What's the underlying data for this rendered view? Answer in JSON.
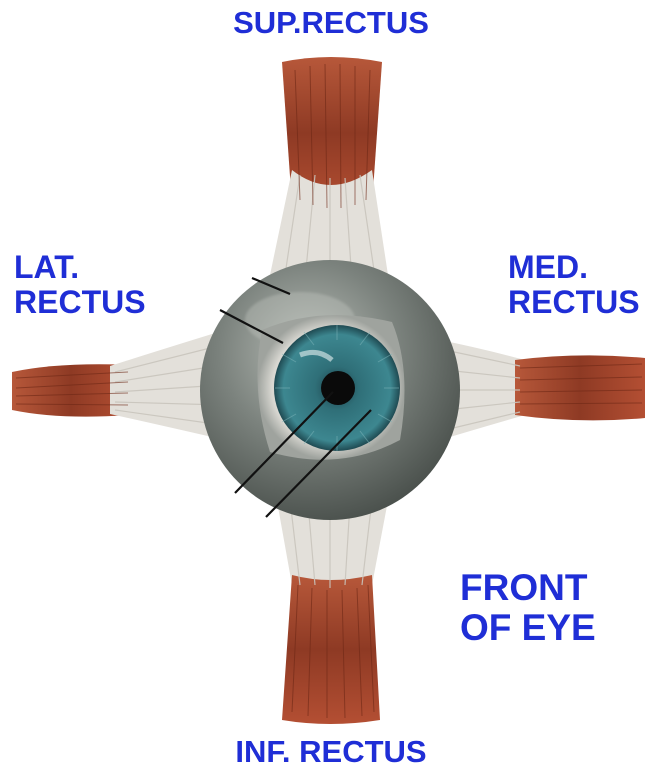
{
  "labels": {
    "superior_rectus": "SUP.RECTUS",
    "lateral_rectus": "LAT.\nRECTUS",
    "medial_rectus": "MED.\nRECTUS",
    "inferior_rectus": "INF. RECTUS",
    "view": "FRONT\nOF EYE"
  },
  "colors": {
    "label_text": "#1f2ed6",
    "muscle_red": "#a8442c",
    "tendon_white": "#e6e3dd",
    "sclera_grey": "#6f7570",
    "iris_teal": "#2f6f78",
    "pupil": "#0a0a0a",
    "pointer_lines": "#111111"
  }
}
